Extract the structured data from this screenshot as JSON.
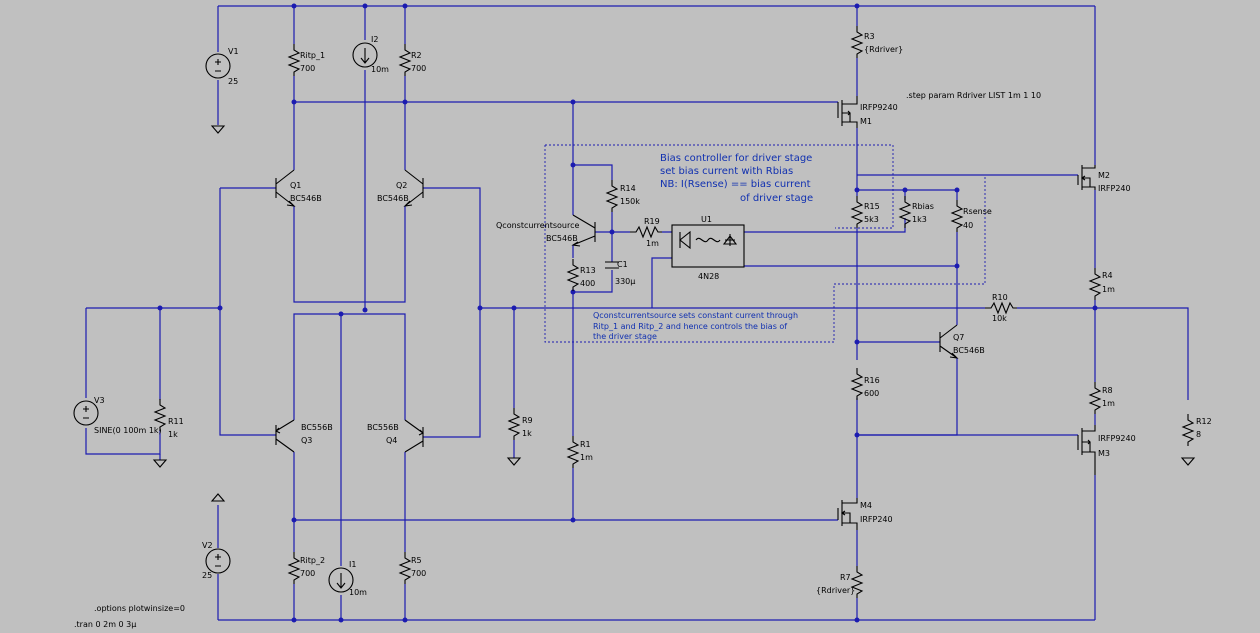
{
  "labels": {
    "V1": "V1",
    "V1_val": "25",
    "V2": "V2",
    "V2_val": "25",
    "V3": "V3",
    "V3_val": "SINE(0 100m 1k)",
    "I1": "I1",
    "I1_val": "10m",
    "I2": "I2",
    "I2_val": "10m",
    "R11": "R11",
    "R11_val": "1k",
    "R9": "R9",
    "R9_val": "1k",
    "R1": "R1",
    "R1_val": "1m",
    "R2": "R2",
    "R2_val": "700",
    "R5": "R5",
    "R5_val": "700",
    "R3": "R3",
    "R3_val": "{Rdriver}",
    "R7": "R7",
    "R7_val": "{Rdriver}",
    "R4": "R4",
    "R4_val": "1m",
    "R8": "R8",
    "R8_val": "1m",
    "R10": "R10",
    "R10_val": "10k",
    "R12": "R12",
    "R12_val": "8",
    "R13": "R13",
    "R13_val": "400",
    "R14": "R14",
    "R14_val": "150k",
    "R15": "R15",
    "R15_val": "5k3",
    "R16": "R16",
    "R16_val": "600",
    "R19": "R19",
    "R19_val": "1m",
    "Rbias": "Rbias",
    "Rbias_val": "1k3",
    "Rsense": "Rsense",
    "Rsense_val": "40",
    "Ritp1": "Ritp_1",
    "Ritp1_val": "700",
    "Ritp2": "Ritp_2",
    "Ritp2_val": "700",
    "C1": "C1",
    "C1_val": "330µ",
    "U1": "U1",
    "U1_val": "4N28",
    "Q1": "Q1",
    "Q1_val": "BC546B",
    "Q2": "Q2",
    "Q2_val": "BC546B",
    "Q3": "Q3",
    "Q3_val": "BC556B",
    "Q4": "Q4",
    "Q4_val": "BC556B",
    "Q7": "Q7",
    "Q7_val": "BC546B",
    "Qcc": "Qconstcurrentsource",
    "Qcc_val": "BC546B",
    "M1": "M1",
    "M1_val": "IRFP9240",
    "M2": "M2",
    "M2_val": "IRFP240",
    "M3": "M3",
    "M3_val": "IRFP9240",
    "M4": "M4",
    "M4_val": "IRFP240"
  },
  "directives": {
    "step": ".step param Rdriver LIST 1m 1 10",
    "options": ".options plotwinsize=0",
    "tran": ".tran 0 2m 0 3µ"
  },
  "notes": {
    "bias1": "Bias controller for driver stage",
    "bias2": "set bias current with Rbias",
    "bias3": "NB: I(Rsense) == bias current",
    "bias4": "of driver stage",
    "cc1": "Qconstcurrentsource sets constant current  through",
    "cc2": "Ritp_1 and Ritp_2 and hence controls the bias of",
    "cc3": "the driver stage"
  }
}
